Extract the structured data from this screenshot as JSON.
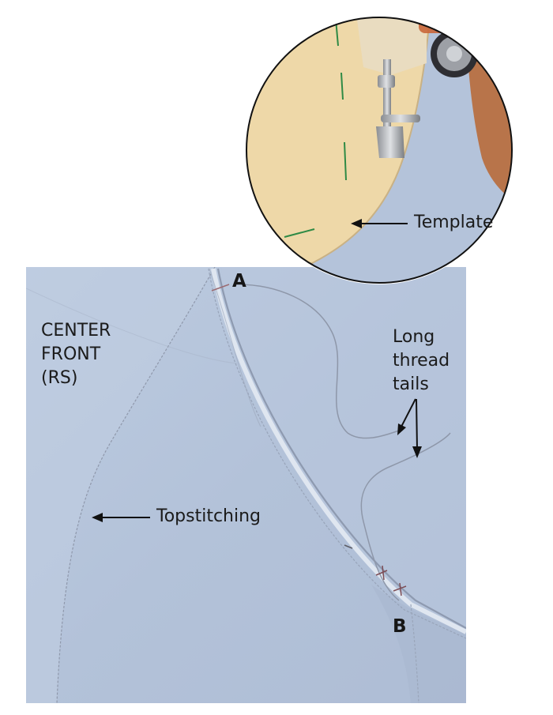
{
  "labels": {
    "template": "Template",
    "center_front_line1": "CENTER",
    "center_front_line2": "FRONT",
    "center_front_line3": "(RS)",
    "long_tails_line1": "Long",
    "long_tails_line2": "thread",
    "long_tails_line3": "tails",
    "topstitching": "Topstitching",
    "point_a": "A",
    "point_b": "B"
  },
  "colors": {
    "fabric": "#b7c6dd",
    "template_paper": "#eed8a8",
    "machine_body": "#e9dcc0",
    "wood": "#b8744a",
    "chalk_marks": "#2e8a45",
    "arrows": "#111111"
  }
}
